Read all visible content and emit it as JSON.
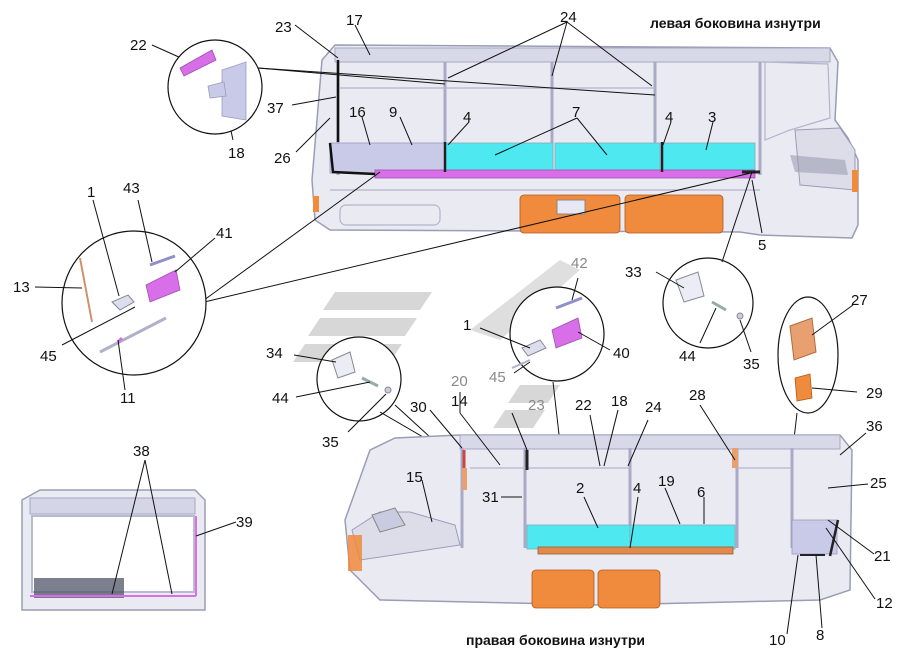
{
  "captions": {
    "left_side": "левая боковина изнутри",
    "right_side": "правая боковина изнутри"
  },
  "labels": {
    "n1a": "1",
    "n1b": "1",
    "n2": "2",
    "n3": "3",
    "n4a": "4",
    "n4b": "4",
    "n4c": "4",
    "n5": "5",
    "n6": "6",
    "n7": "7",
    "n8": "8",
    "n9": "9",
    "n10": "10",
    "n11": "11",
    "n12": "12",
    "n13": "13",
    "n14": "14",
    "n15": "15",
    "n16": "16",
    "n17": "17",
    "n18a": "18",
    "n18b": "18",
    "n19": "19",
    "n20": "20",
    "n21": "21",
    "n22a": "22",
    "n22b": "22",
    "n23a": "23",
    "n23b": "23",
    "n24a": "24",
    "n24b": "24",
    "n25": "25",
    "n26": "26",
    "n27": "27",
    "n28": "28",
    "n29": "29",
    "n30": "30",
    "n31": "31",
    "n33": "33",
    "n34": "34",
    "n35a": "35",
    "n35b": "35",
    "n36": "36",
    "n37": "37",
    "n38": "38",
    "n39": "39",
    "n40": "40",
    "n41": "41",
    "n42": "42",
    "n43": "43",
    "n44a": "44",
    "n44b": "44",
    "n45a": "45",
    "n45b": "45"
  }
}
